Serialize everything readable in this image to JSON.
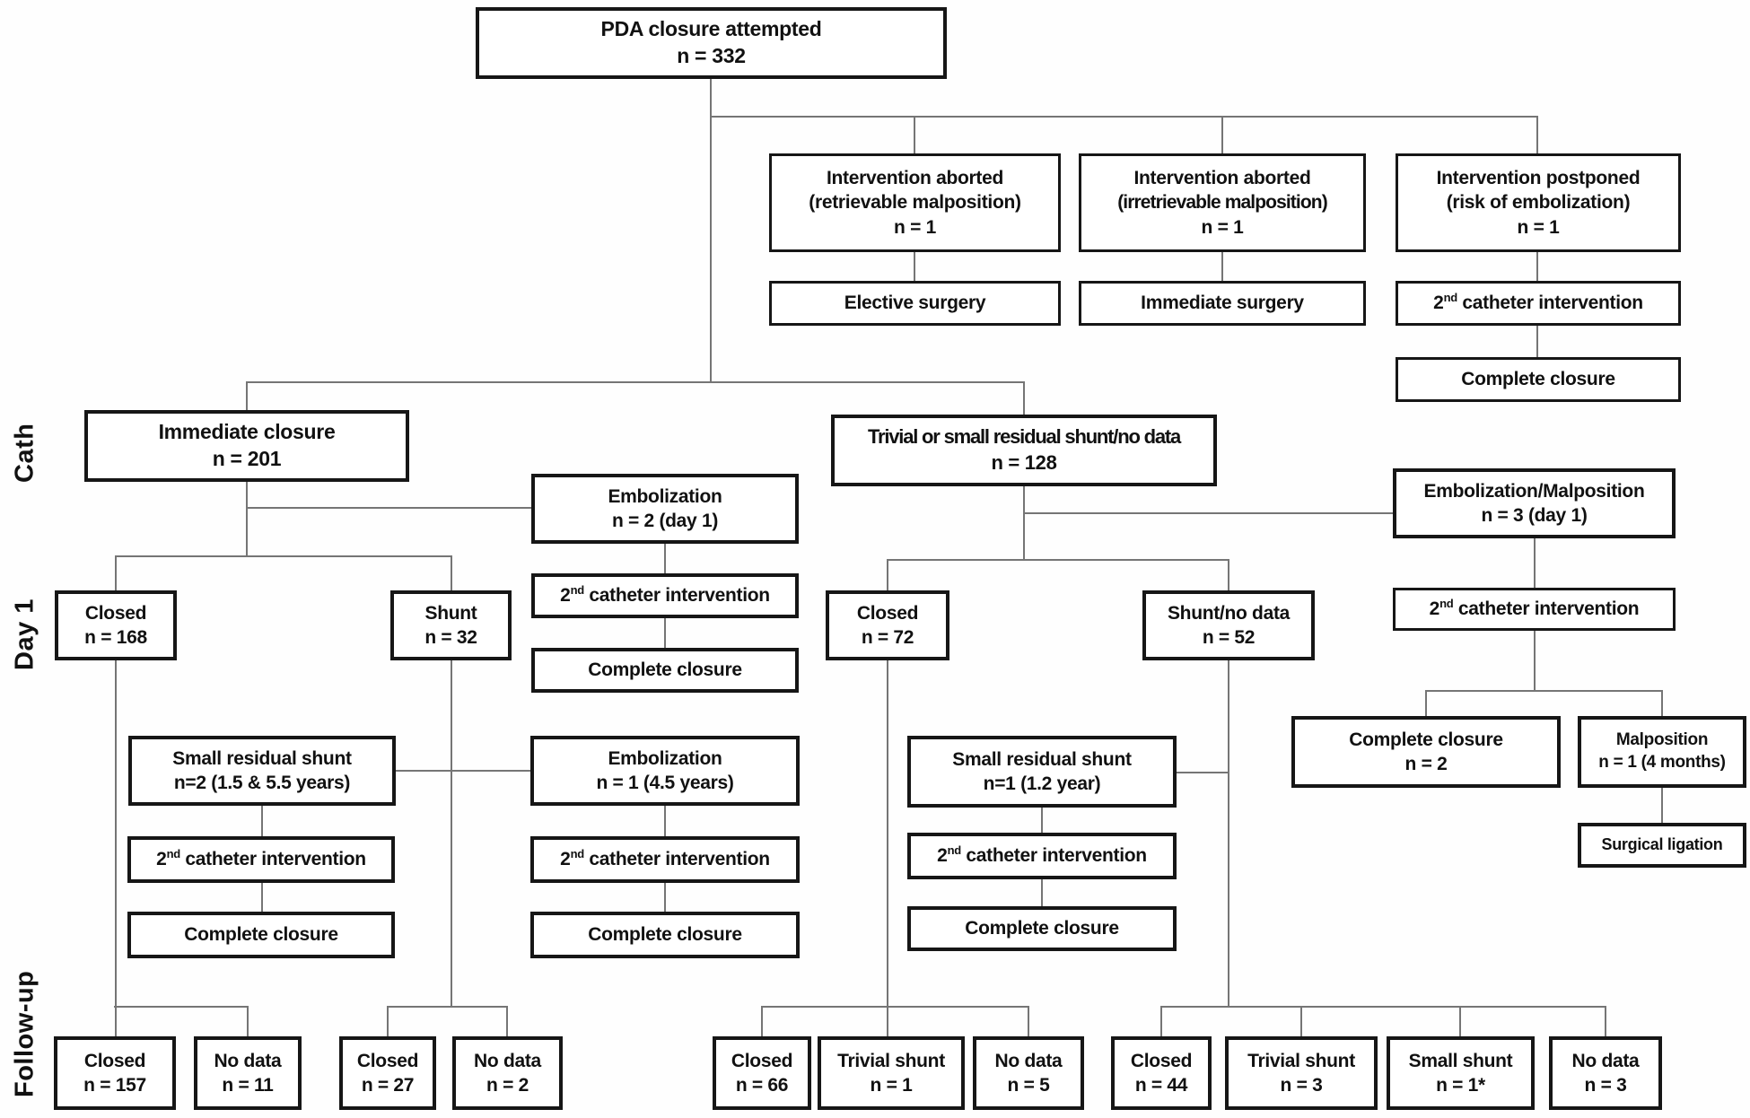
{
  "row_labels": {
    "cath": "Cath",
    "day1": "Day 1",
    "followup": "Follow-up"
  },
  "second_cath": {
    "base": "2",
    "sup": "nd",
    "rest": " catheter intervention"
  },
  "labels": {
    "pda": "PDA closure attempted",
    "intervention_aborted": "Intervention aborted",
    "intervention_postponed": "Intervention postponed",
    "retrievable": "(retrievable malposition)",
    "irretrievable": "(irretrievable malposition)",
    "risk_embolization": "(risk of embolization)",
    "elective_surgery": "Elective surgery",
    "immediate_surgery": "Immediate surgery",
    "complete_closure": "Complete closure",
    "immediate_closure": "Immediate closure",
    "trivial_or_small": "Trivial or small residual shunt/no data",
    "embolization": "Embolization",
    "embolization_malposition": "Embolization/Malposition",
    "closed": "Closed",
    "shunt": "Shunt",
    "shunt_no_data": "Shunt/no data",
    "small_residual_shunt": "Small residual shunt",
    "malposition": "Malposition",
    "surgical_ligation": "Surgical ligation",
    "no_data": "No data",
    "trivial_shunt": "Trivial shunt",
    "small_shunt": "Small shunt"
  },
  "counts": {
    "pda": "n = 332",
    "n1": "n = 1",
    "immediate_closure": "n = 201",
    "trivial": "n = 128",
    "embolization_day1": "n = 2 (day 1)",
    "embo_malpo_day1": "n = 3 (day 1)",
    "closed_168": "n = 168",
    "shunt_32": "n = 32",
    "closed_72": "n = 72",
    "shunt_52": "n = 52",
    "srs2": "n=2 (1.5 & 5.5 years)",
    "embo_45": "n = 1 (4.5 years)",
    "srs1": "n=1 (1.2 year)",
    "cc2": "n = 2",
    "malpo_4m": "n = 1 (4 months)",
    "closed_157": "n = 157",
    "nodata_11": "n = 11",
    "closed_27": "n = 27",
    "nodata_2": "n = 2",
    "closed_66": "n = 66",
    "trivial_1": "n = 1",
    "nodata_5": "n = 5",
    "closed_44": "n = 44",
    "trivial_3": "n = 3",
    "small_1": "n = 1*",
    "nodata_3": "n = 3"
  }
}
